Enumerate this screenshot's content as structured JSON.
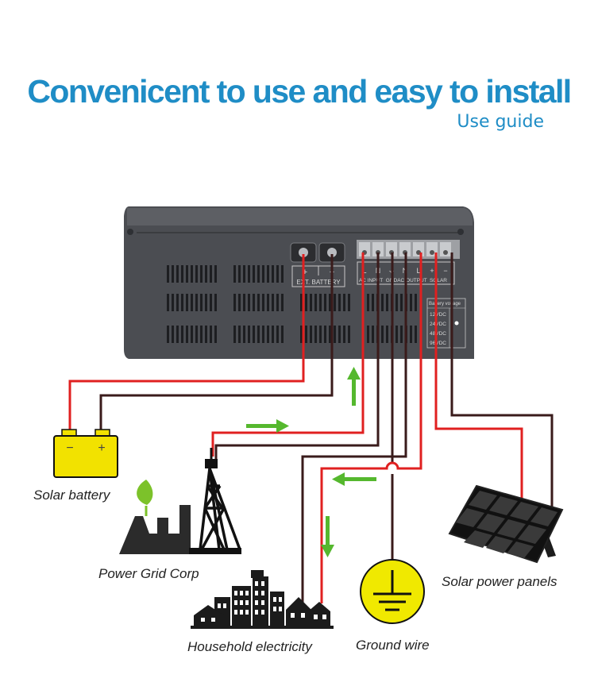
{
  "header": {
    "title": "Convenicent to use and easy to install",
    "subtitle": "Use guide"
  },
  "device": {
    "battery_terminal_plus": "+",
    "battery_terminal_minus": "−",
    "battery_label": "EXT. BATTERY",
    "terminal_letters": [
      "L",
      "N",
      "⏚",
      "N",
      "L",
      "+",
      "−"
    ],
    "terminal_groups": [
      "AC INPUT",
      "GND",
      "AC OUTPUT",
      "SOLAR"
    ],
    "battery_voltage_title": "Battery voltage",
    "battery_voltage_options": [
      "12VDC",
      "24VDC",
      "48VDC",
      "96VDC"
    ],
    "battery_voltage_selected": "24VDC"
  },
  "components": {
    "solar_battery": "Solar battery",
    "power_grid": "Power Grid Corp",
    "household": "Household electricity",
    "ground": "Ground wire",
    "solar_panels": "Solar power panels",
    "battery_minus": "−",
    "battery_plus": "+"
  },
  "colors": {
    "title": "#1f8dc6",
    "wire_positive": "#e02020",
    "wire_negative": "#3a1b1b",
    "flow_arrow": "#55b82e",
    "battery_body": "#f2e200",
    "device_body": "#4b4d52"
  }
}
